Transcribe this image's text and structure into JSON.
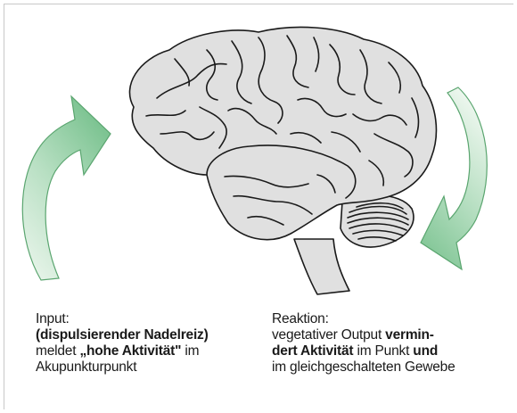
{
  "colors": {
    "arrow_fill": "#d6ecd9",
    "arrow_fill_dark": "#86c99a",
    "arrow_stroke": "#5aa56f",
    "brain_fill": "#e0e0e0",
    "brain_stroke": "#1a1a1a",
    "border": "#c8c8c8"
  },
  "icons": {
    "left_arrow": "curved-up-right-arrow-icon",
    "right_arrow": "curved-down-left-arrow-icon",
    "brain": "brain-illustration-icon"
  },
  "captions": {
    "left": {
      "line1": "Input:",
      "line2": "(dispulsierender Nadelreiz)",
      "line3_pre": "meldet ",
      "line3_bold": "„hohe Aktivität\"",
      "line3_post": " im",
      "line4": "Akupunkturpunkt"
    },
    "right": {
      "line1": "Reaktion:",
      "line2_pre": "vegetativer Output ",
      "line2_bold": "vermin-",
      "line3_bold": "dert Aktivität",
      "line3_mid": " im Punkt ",
      "line3_bold2": "und",
      "line4": "im gleichgeschalteten Gewebe"
    }
  }
}
